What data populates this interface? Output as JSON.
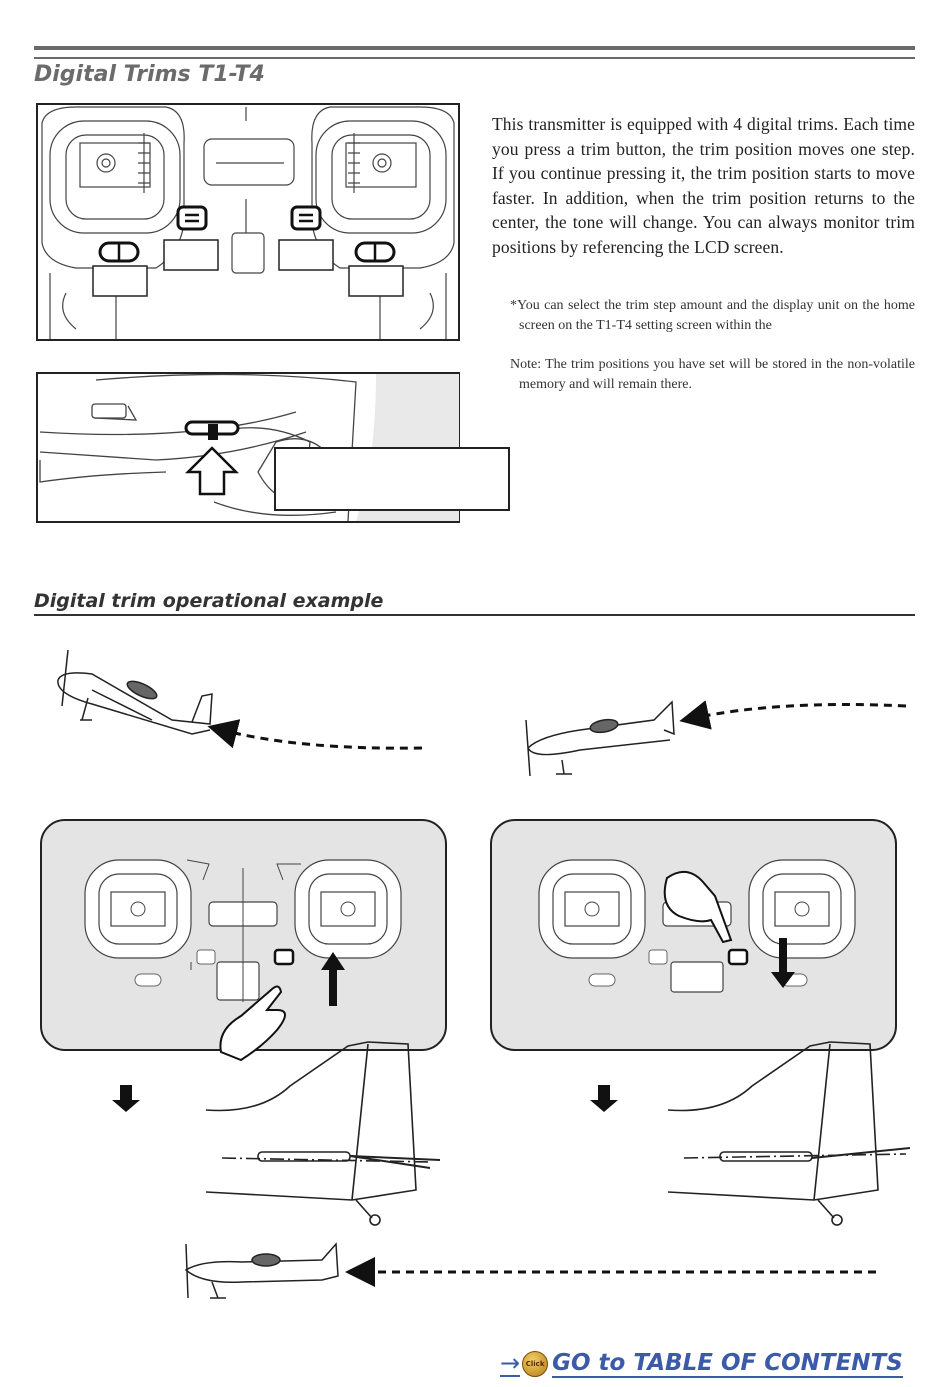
{
  "section_title": "Digital Trims T1-T4",
  "intro": "This transmitter is equipped with 4 digital trims. Each time you press a trim button, the trim position moves one step. If you continue pressing it, the trim position starts to move faster.  In addition, when the trim position returns to the center, the tone will change. You can always monitor trim positions by referencing the LCD screen.",
  "note_step": "*You can select the trim step amount and the display unit on the home screen on the T1-T4 setting screen within the",
  "note_memory": "Note: The trim positions you have set will be stored in the non-volatile memory and will remain there.",
  "example_title": "Digital trim operational example",
  "toc_link": {
    "arrow": "→",
    "icon_text": "Click",
    "label": "GO to TABLE OF CONTENTS"
  }
}
